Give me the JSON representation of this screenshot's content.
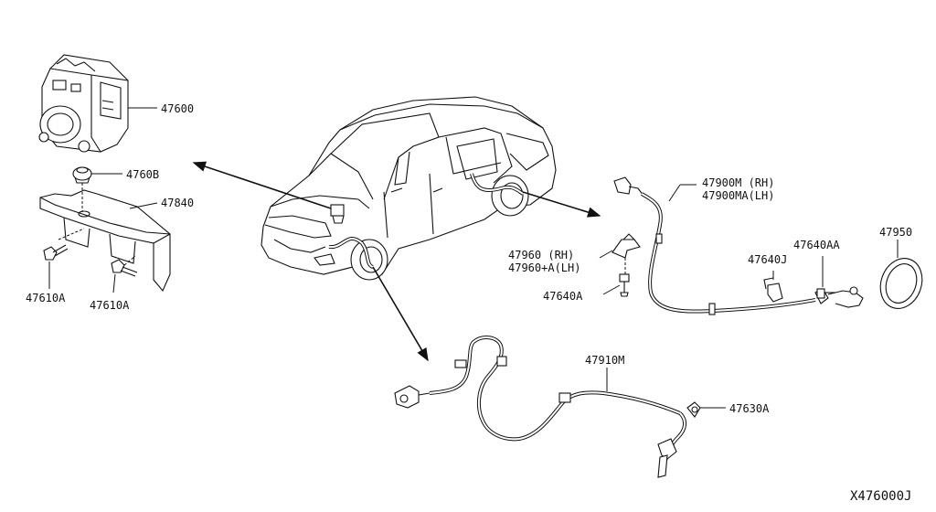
{
  "labels": {
    "p47600": "47600",
    "p47608": "4760B",
    "p47840": "47840",
    "p47610a_left": "47610A",
    "p47610a_right": "47610A",
    "p47900m": "47900M (RH)",
    "p47900ma": "47900MA(LH)",
    "p47960": "47960  (RH)",
    "p47960a": "47960+A(LH)",
    "p47640a": "47640A",
    "p47640j": "47640J",
    "p47640aa": "47640AA",
    "p47950": "47950",
    "p47910m": "47910M",
    "p47630a": "47630A"
  },
  "diagram_id": "X476000J"
}
